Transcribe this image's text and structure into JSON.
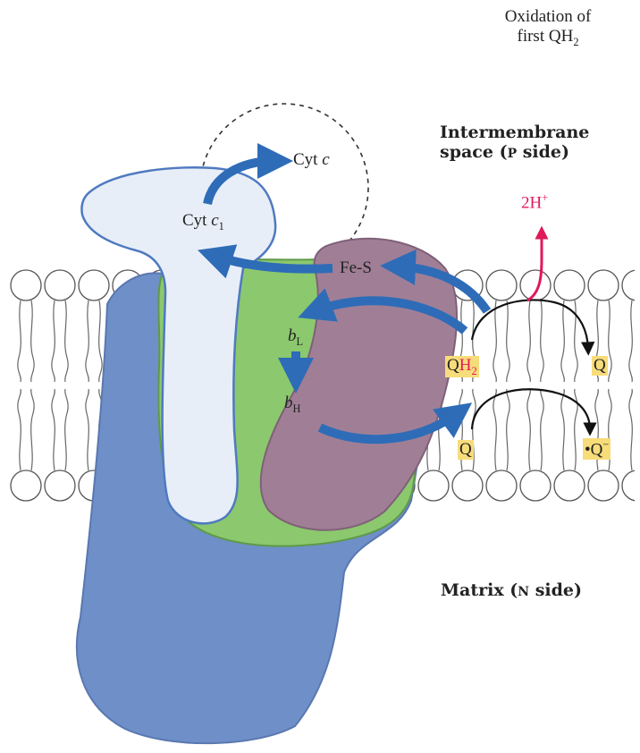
{
  "title": {
    "line1": "Oxidation of",
    "line2_prefix": "first QH",
    "line2_sub": "2"
  },
  "regions": {
    "p_side": {
      "line1": "Intermembrane",
      "line2_a": "space (",
      "line2_b": "P",
      "line2_c": " side)"
    },
    "n_side": {
      "a": "Matrix (",
      "b": "N",
      "c": " side)"
    }
  },
  "labels": {
    "cyt_c": {
      "text": "Cyt ",
      "italic": "c"
    },
    "cyt_c1": {
      "text": "Cyt ",
      "italic": "c",
      "sub": "1"
    },
    "fe_s": "Fe-S",
    "b_l": {
      "italic": "b",
      "sub": "L"
    },
    "b_h": {
      "italic": "b",
      "sub": "H"
    },
    "proton": {
      "text": "2H",
      "sup": "+"
    },
    "qh2": {
      "q": "Q",
      "h": "H",
      "sub": "2"
    },
    "q_product": "Q",
    "q_input": "Q",
    "semiquinone": {
      "dot": "•",
      "q": "Q",
      "sup": "−"
    }
  },
  "colors": {
    "cytc1_subunit": "#e8eef7",
    "core_subunit": "#6f8fc9",
    "cytb_subunit": "#8cc86e",
    "iron_sulfur_protein": "#a07f96",
    "electron_arrow": "#2e6cb8",
    "proton_arrow": "#e0195a",
    "highlight": "#f7dc7a"
  }
}
